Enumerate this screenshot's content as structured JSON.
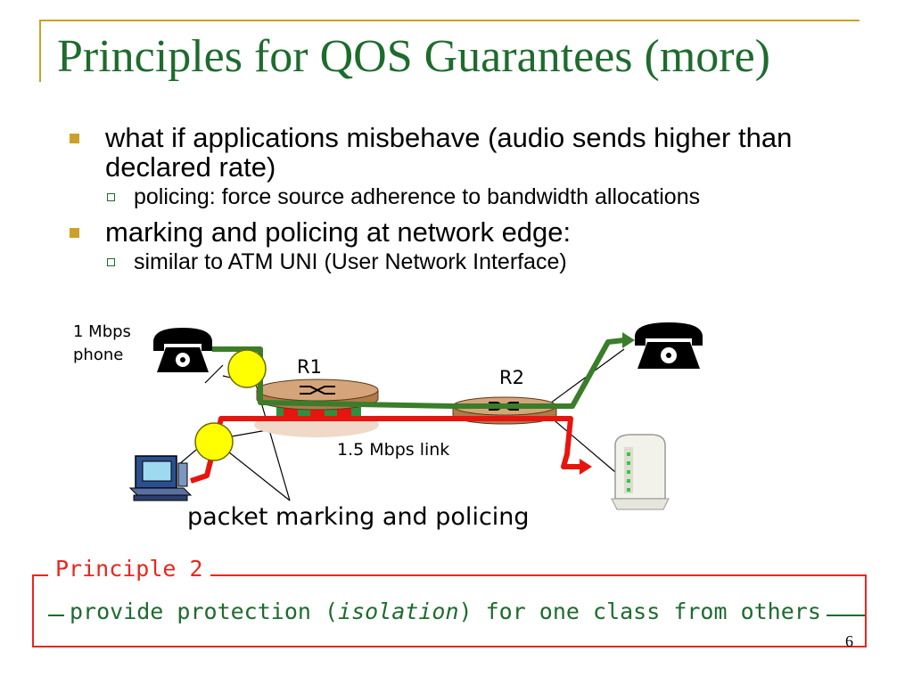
{
  "slide": {
    "title": "Principles for QOS Guarantees (more)",
    "page_number": "6"
  },
  "bullets": [
    {
      "text": "what if applications misbehave (audio sends higher than declared rate)",
      "sub": [
        "policing: force source adherence to bandwidth allocations"
      ]
    },
    {
      "text": "marking and policing at network edge:",
      "sub": [
        "similar to ATM UNI (User Network Interface)"
      ]
    }
  ],
  "diagram": {
    "phone_label": "1 Mbps phone",
    "router1_label": "R1",
    "router2_label": "R2",
    "link_label": "1.5 Mbps link",
    "marking_label": "packet marking and policing",
    "colors": {
      "green_flow": "#3a7d2a",
      "red_flow": "#e8150f",
      "marker": "#ffff00",
      "router": "#b07a4a"
    }
  },
  "principle": {
    "title": "Principle 2",
    "text_before": "provide protection (",
    "text_italic": "isolation",
    "text_after": ") for one class from others",
    "colors": {
      "border": "#e8271f",
      "text": "#1e6b2e"
    }
  }
}
